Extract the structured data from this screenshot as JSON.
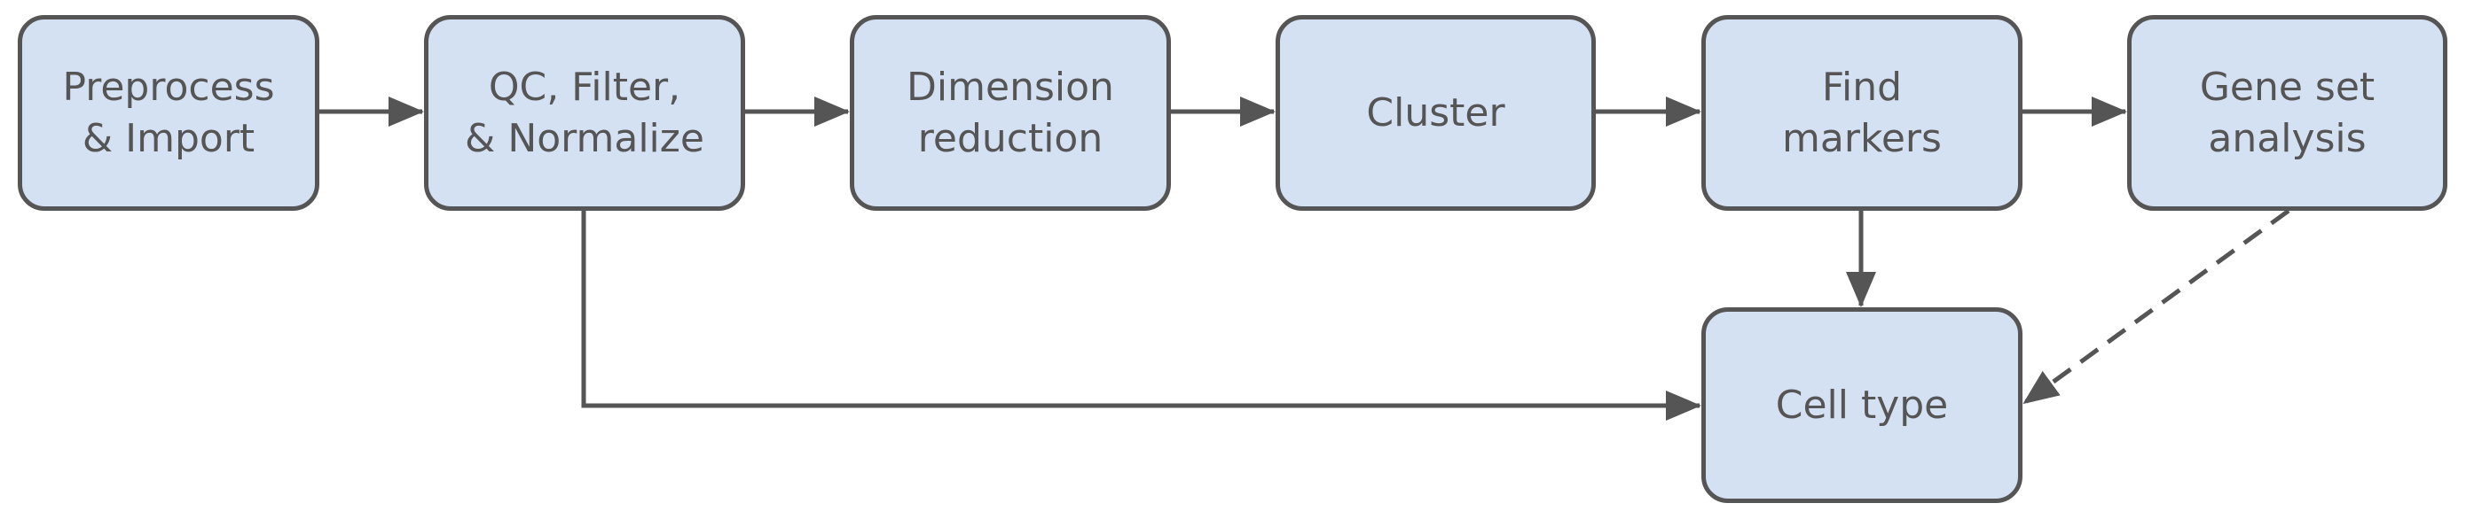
{
  "diagram": {
    "colors": {
      "node_fill": "#d4e1f3",
      "node_stroke": "#555555",
      "text": "#555555",
      "edge": "#555555"
    },
    "nodes": {
      "preprocess": {
        "line1": "Preprocess",
        "line2": "& Import"
      },
      "qc": {
        "line1": "QC, Filter,",
        "line2": "& Normalize"
      },
      "dimension": {
        "line1": "Dimension",
        "line2": "reduction"
      },
      "cluster": {
        "line1": "Cluster"
      },
      "markers": {
        "line1": "Find",
        "line2": "markers"
      },
      "geneset": {
        "line1": "Gene set",
        "line2": "analysis"
      },
      "celltype": {
        "line1": "Cell type"
      }
    },
    "edges": [
      {
        "from": "Preprocess & Import",
        "to": "QC, Filter, & Normalize",
        "style": "solid"
      },
      {
        "from": "QC, Filter, & Normalize",
        "to": "Dimension reduction",
        "style": "solid"
      },
      {
        "from": "Dimension reduction",
        "to": "Cluster",
        "style": "solid"
      },
      {
        "from": "Cluster",
        "to": "Find markers",
        "style": "solid"
      },
      {
        "from": "Find markers",
        "to": "Gene set analysis",
        "style": "solid"
      },
      {
        "from": "Find markers",
        "to": "Cell type",
        "style": "solid"
      },
      {
        "from": "QC, Filter, & Normalize",
        "to": "Cell type",
        "style": "solid"
      },
      {
        "from": "Gene set analysis",
        "to": "Cell type",
        "style": "dashed"
      }
    ]
  }
}
